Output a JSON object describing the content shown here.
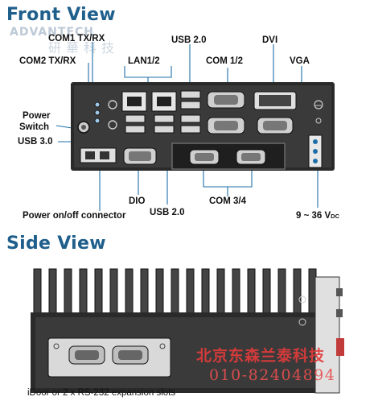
{
  "front_view": {
    "title": "Front View",
    "labels": {
      "com1_txrx": "COM1 TX/RX",
      "com2_txrx": "COM2 TX/RX",
      "usb20_top": "USB 2.0",
      "lan": "LAN1/2",
      "com12": "COM 1/2",
      "dvi": "DVI",
      "vga": "VGA",
      "power_switch_1": "Power",
      "power_switch_2": "Switch",
      "usb30": "USB 3.0",
      "dio": "DIO",
      "usb20_bottom": "USB 2.0",
      "com34": "COM 3/4",
      "power_connector": "Power on/off connector",
      "voltage_main": "9 ~ 36 V",
      "voltage_sub": "DC"
    }
  },
  "side_view": {
    "title": "Side View",
    "labels": {
      "expansion": "iDoor or 2 x RS-232 expansion slots"
    }
  },
  "watermark": {
    "logo_text": "ADVANTECH",
    "cn_text": "研華科技",
    "stamp_cn": "北京东森兰泰科技",
    "stamp_phone": "010-82404894"
  },
  "colors": {
    "heading": "#1f5f8b",
    "leader_line": "#1e6fa8",
    "chassis": "#2b2b2b",
    "panel": "#d9d9d9",
    "stamp": "#e23b3b"
  }
}
